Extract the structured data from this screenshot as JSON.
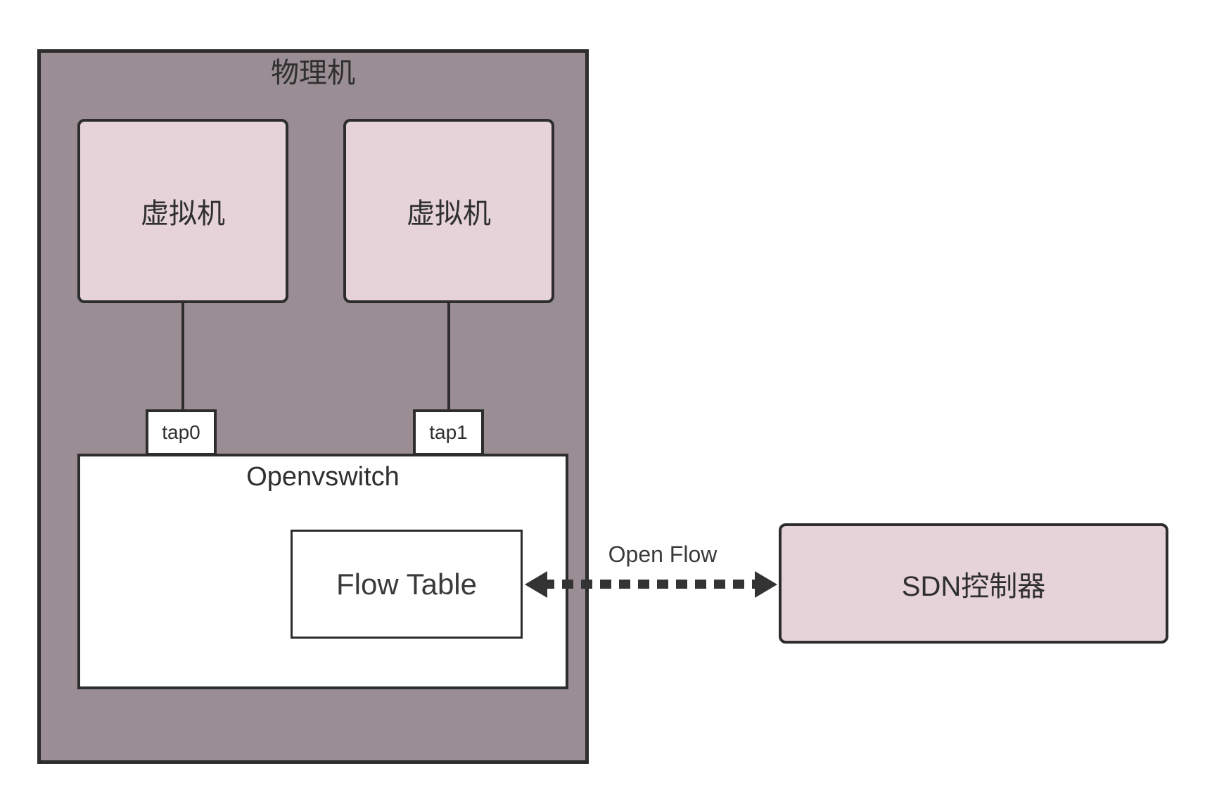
{
  "diagram": {
    "physical_machine": {
      "label": "物理机",
      "vms": [
        {
          "label": "虚拟机"
        },
        {
          "label": "虚拟机"
        }
      ],
      "taps": [
        {
          "label": "tap0"
        },
        {
          "label": "tap1"
        }
      ],
      "openvswitch": {
        "label": "Openvswitch",
        "flow_table_label": "Flow Table"
      }
    },
    "link": {
      "label": "Open Flow",
      "style": "dashed-double-arrow"
    },
    "sdn_controller": {
      "label": "SDN控制器"
    },
    "colors": {
      "host_fill": "#9A8D93",
      "node_fill": "#E6D2D9",
      "box_fill": "#FFFFFF",
      "border": "#2D2D2D",
      "text": "#333333"
    }
  }
}
